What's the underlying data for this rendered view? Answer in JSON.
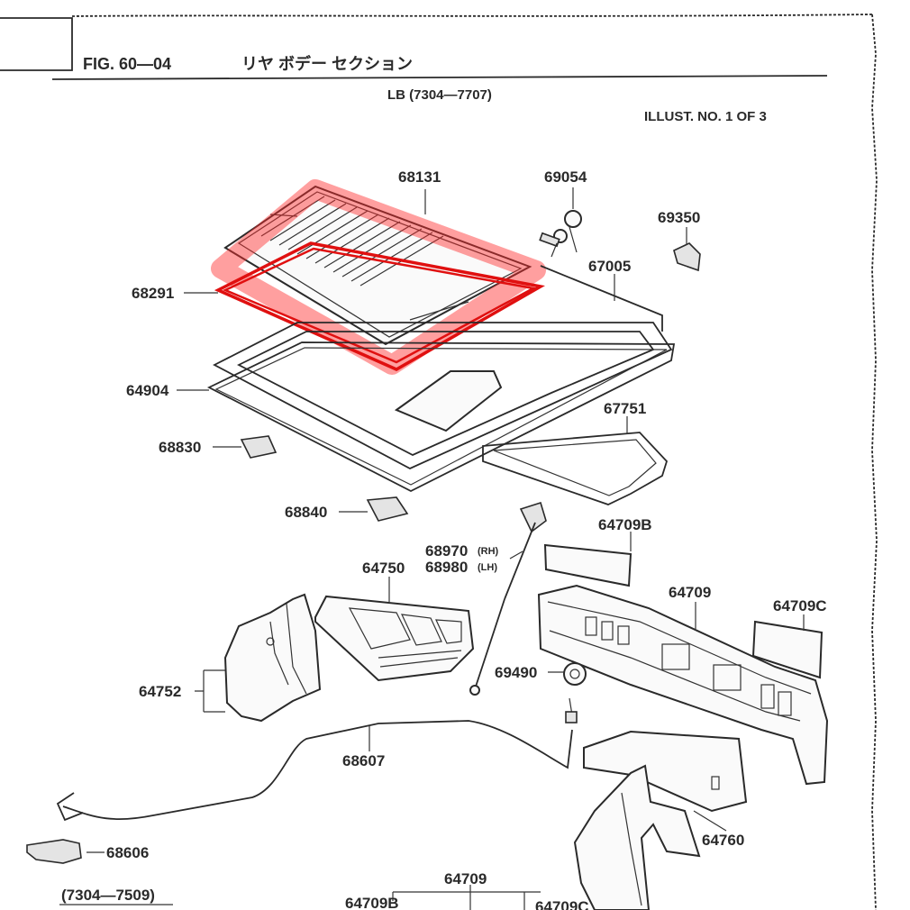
{
  "header": {
    "fig": "FIG. 60—04",
    "title_jp": "リヤ ボデー セクション",
    "subtitle": "LB (7304—7707)",
    "illust": "ILLUST. NO. 1 OF 3"
  },
  "parts": {
    "p68131": "68131",
    "p69054": "69054",
    "p69350": "69350",
    "p67005": "67005",
    "p68291": "68291",
    "p64904": "64904",
    "p67751": "67751",
    "p68830": "68830",
    "p68840": "68840",
    "p64709B": "64709B",
    "p68970": "68970",
    "p68970_side": "(RH)",
    "p68980": "68980",
    "p68980_side": "(LH)",
    "p64750": "64750",
    "p64709": "64709",
    "p64709C": "64709C",
    "p69490": "69490",
    "p64752": "64752",
    "p68607": "68607",
    "p64760": "64760",
    "p68606": "68606",
    "bottom_64709": "64709",
    "bottom_64709B": "64709B",
    "bottom_64709C": "64709C"
  },
  "footer": {
    "date_range": "(7304—7509)"
  },
  "highlight": {
    "target_part": "68291",
    "color": "#ff2a2a"
  }
}
